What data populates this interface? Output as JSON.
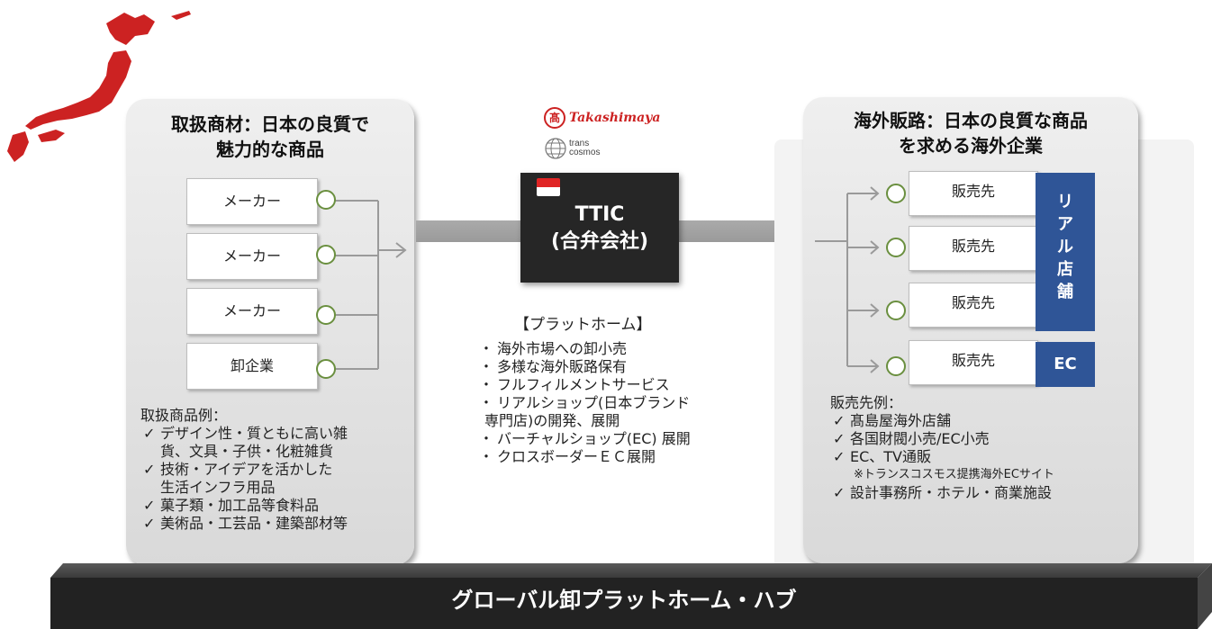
{
  "left_panel": {
    "title_line1": "取扱商材：日本の良質で",
    "title_line2": "魅力的な商品",
    "sources": [
      "メーカー",
      "メーカー",
      "メーカー",
      "卸企業"
    ],
    "examples_heading": "取扱商品例：",
    "examples": [
      [
        "デザイン性・質ともに高い雑",
        "貨、文具・子供・化粧雑貨"
      ],
      [
        "技術・アイデアを活かした",
        "生活インフラ用品"
      ],
      [
        "菓子類・加工品等食料品"
      ],
      [
        "美術品・工芸品・建築部材等"
      ]
    ],
    "check_mark": "✓"
  },
  "center": {
    "logo_takashimaya": "Takashimaya",
    "logo_takashimaya_mark": "髙",
    "logo_transcosmos_line1": "trans",
    "logo_transcosmos_line2": "cosmos",
    "ttic_line1": "TTIC",
    "ttic_line2": "(合弁会社)",
    "platform_heading": "【プラットホーム】",
    "platform_items": [
      [
        "海外市場への卸小売"
      ],
      [
        "多様な海外販路保有"
      ],
      [
        "フルフィルメントサービス"
      ],
      [
        "リアルショップ(日本ブランド",
        "専門店)の開発、展開"
      ],
      [
        "バーチャルショップ(EC) 展開"
      ],
      [
        "クロスボーダーＥＣ展開"
      ]
    ],
    "bullet": "・"
  },
  "right_panel": {
    "title_line1": "海外販路：日本の良質な商品",
    "title_line2": "を求める海外企業",
    "destinations": [
      "販売先",
      "販売先",
      "販売先",
      "販売先"
    ],
    "real_store_chars": [
      "リ",
      "ア",
      "ル",
      "店",
      "舗"
    ],
    "ec_label": "EC",
    "examples_heading": "販売先例：",
    "examples": [
      {
        "text": "髙島屋海外店舗",
        "check": true
      },
      {
        "text": "各国財閥小売/EC小売",
        "check": true
      },
      {
        "text": "EC、TV通販",
        "check": true
      },
      {
        "text": "※トランスコスモス提携海外ECサイト",
        "check": false
      },
      {
        "text": "設計事務所・ホテル・商業施設",
        "check": true
      }
    ],
    "check_mark": "✓"
  },
  "bottom_bar": {
    "label": "グローバル卸プラットホーム・ハブ"
  },
  "colors": {
    "map_red": "#cc2222",
    "ttic_bg": "#262626",
    "accent_blue": "#2f5597",
    "circle_green": "#6a8f3f",
    "bar_dark": "#222222"
  }
}
